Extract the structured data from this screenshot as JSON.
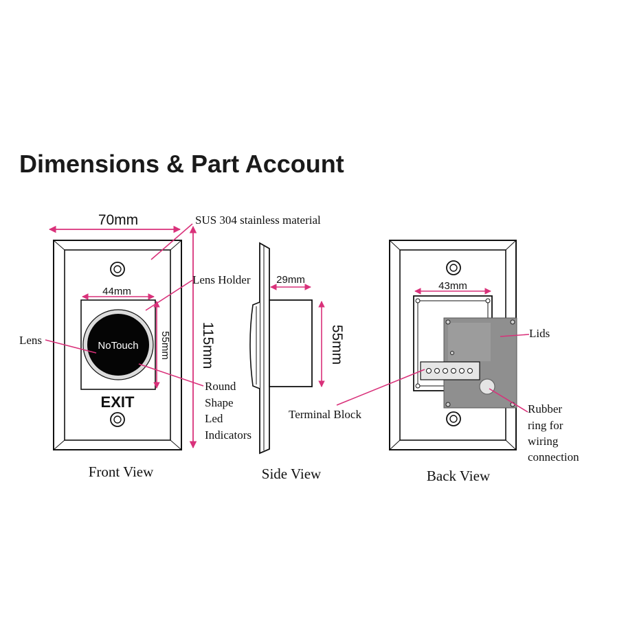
{
  "title": "Dimensions & Part Account",
  "colors": {
    "dimension_line": "#d9317a",
    "outline": "#111111",
    "lens_ring": "#d8d8d8",
    "lid_fill": "#8f8f8f",
    "lid_fill_inner": "#a8a8a8"
  },
  "front_view": {
    "caption": "Front View",
    "width_dim": "70mm",
    "height_dim": "115mm",
    "holder_width_dim": "44mm",
    "holder_height_dim": "55mm",
    "lens_text": "NoTouch",
    "exit_text": "EXIT"
  },
  "side_view": {
    "caption": "Side View",
    "depth_dim": "29mm",
    "height_dim": "55mm"
  },
  "back_view": {
    "caption": "Back View",
    "block_width_dim": "43mm"
  },
  "callouts": {
    "material": "SUS 304 stainless material",
    "lens_holder": "Lens Holder",
    "lens": "Lens",
    "led_lines": [
      "Round",
      "Shape",
      "Led",
      "Indicators"
    ],
    "terminal_block": "Terminal Block",
    "lids": "Lids",
    "rubber_lines": [
      "Rubber",
      "ring for",
      "wiring",
      "connection"
    ]
  }
}
